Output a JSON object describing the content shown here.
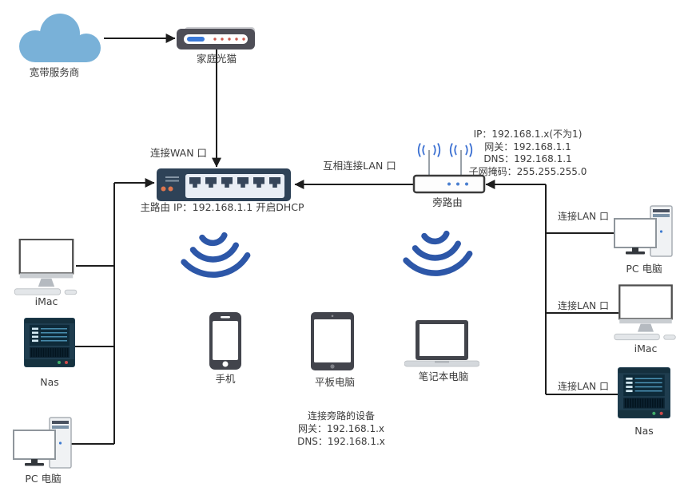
{
  "diagram": {
    "isp": {
      "label": "宽带服务商"
    },
    "modem": {
      "label": "家庭光猫"
    },
    "wan_link_label": "连接WAN 口",
    "main_router": {
      "caption": "主路由 IP：192.168.1.1 开启DHCP"
    },
    "bridge_label": "互相连接LAN 口",
    "side_router": {
      "label": "旁路由",
      "config": [
        "IP：192.168.1.x(不为1)",
        "网关：192.168.1.1",
        "DNS：192.168.1.1",
        "子网掩码：255.255.255.0"
      ]
    },
    "lan_label": "连接LAN 口",
    "left_devices": [
      {
        "label": "iMac"
      },
      {
        "label": "Nas"
      },
      {
        "label": "PC 电脑"
      }
    ],
    "wireless_devices": [
      {
        "label": "手机"
      },
      {
        "label": "平板电脑"
      },
      {
        "label": "笔记本电脑"
      }
    ],
    "right_devices": [
      {
        "label": "PC 电脑"
      },
      {
        "label": "iMac"
      },
      {
        "label": "Nas"
      }
    ],
    "side_note": {
      "lines": [
        "连接旁路的设备",
        "网关：192.168.1.x",
        "DNS：192.168.1.x"
      ]
    },
    "colors": {
      "line": "#1d1d1d",
      "cloud": "#79b1d8",
      "wifi_arc": "#2d57a8",
      "router_body": "#2e4257",
      "router_led": "#df764e",
      "nas_body": "#1f3d4f",
      "accent_blue": "#3a79d8"
    }
  }
}
